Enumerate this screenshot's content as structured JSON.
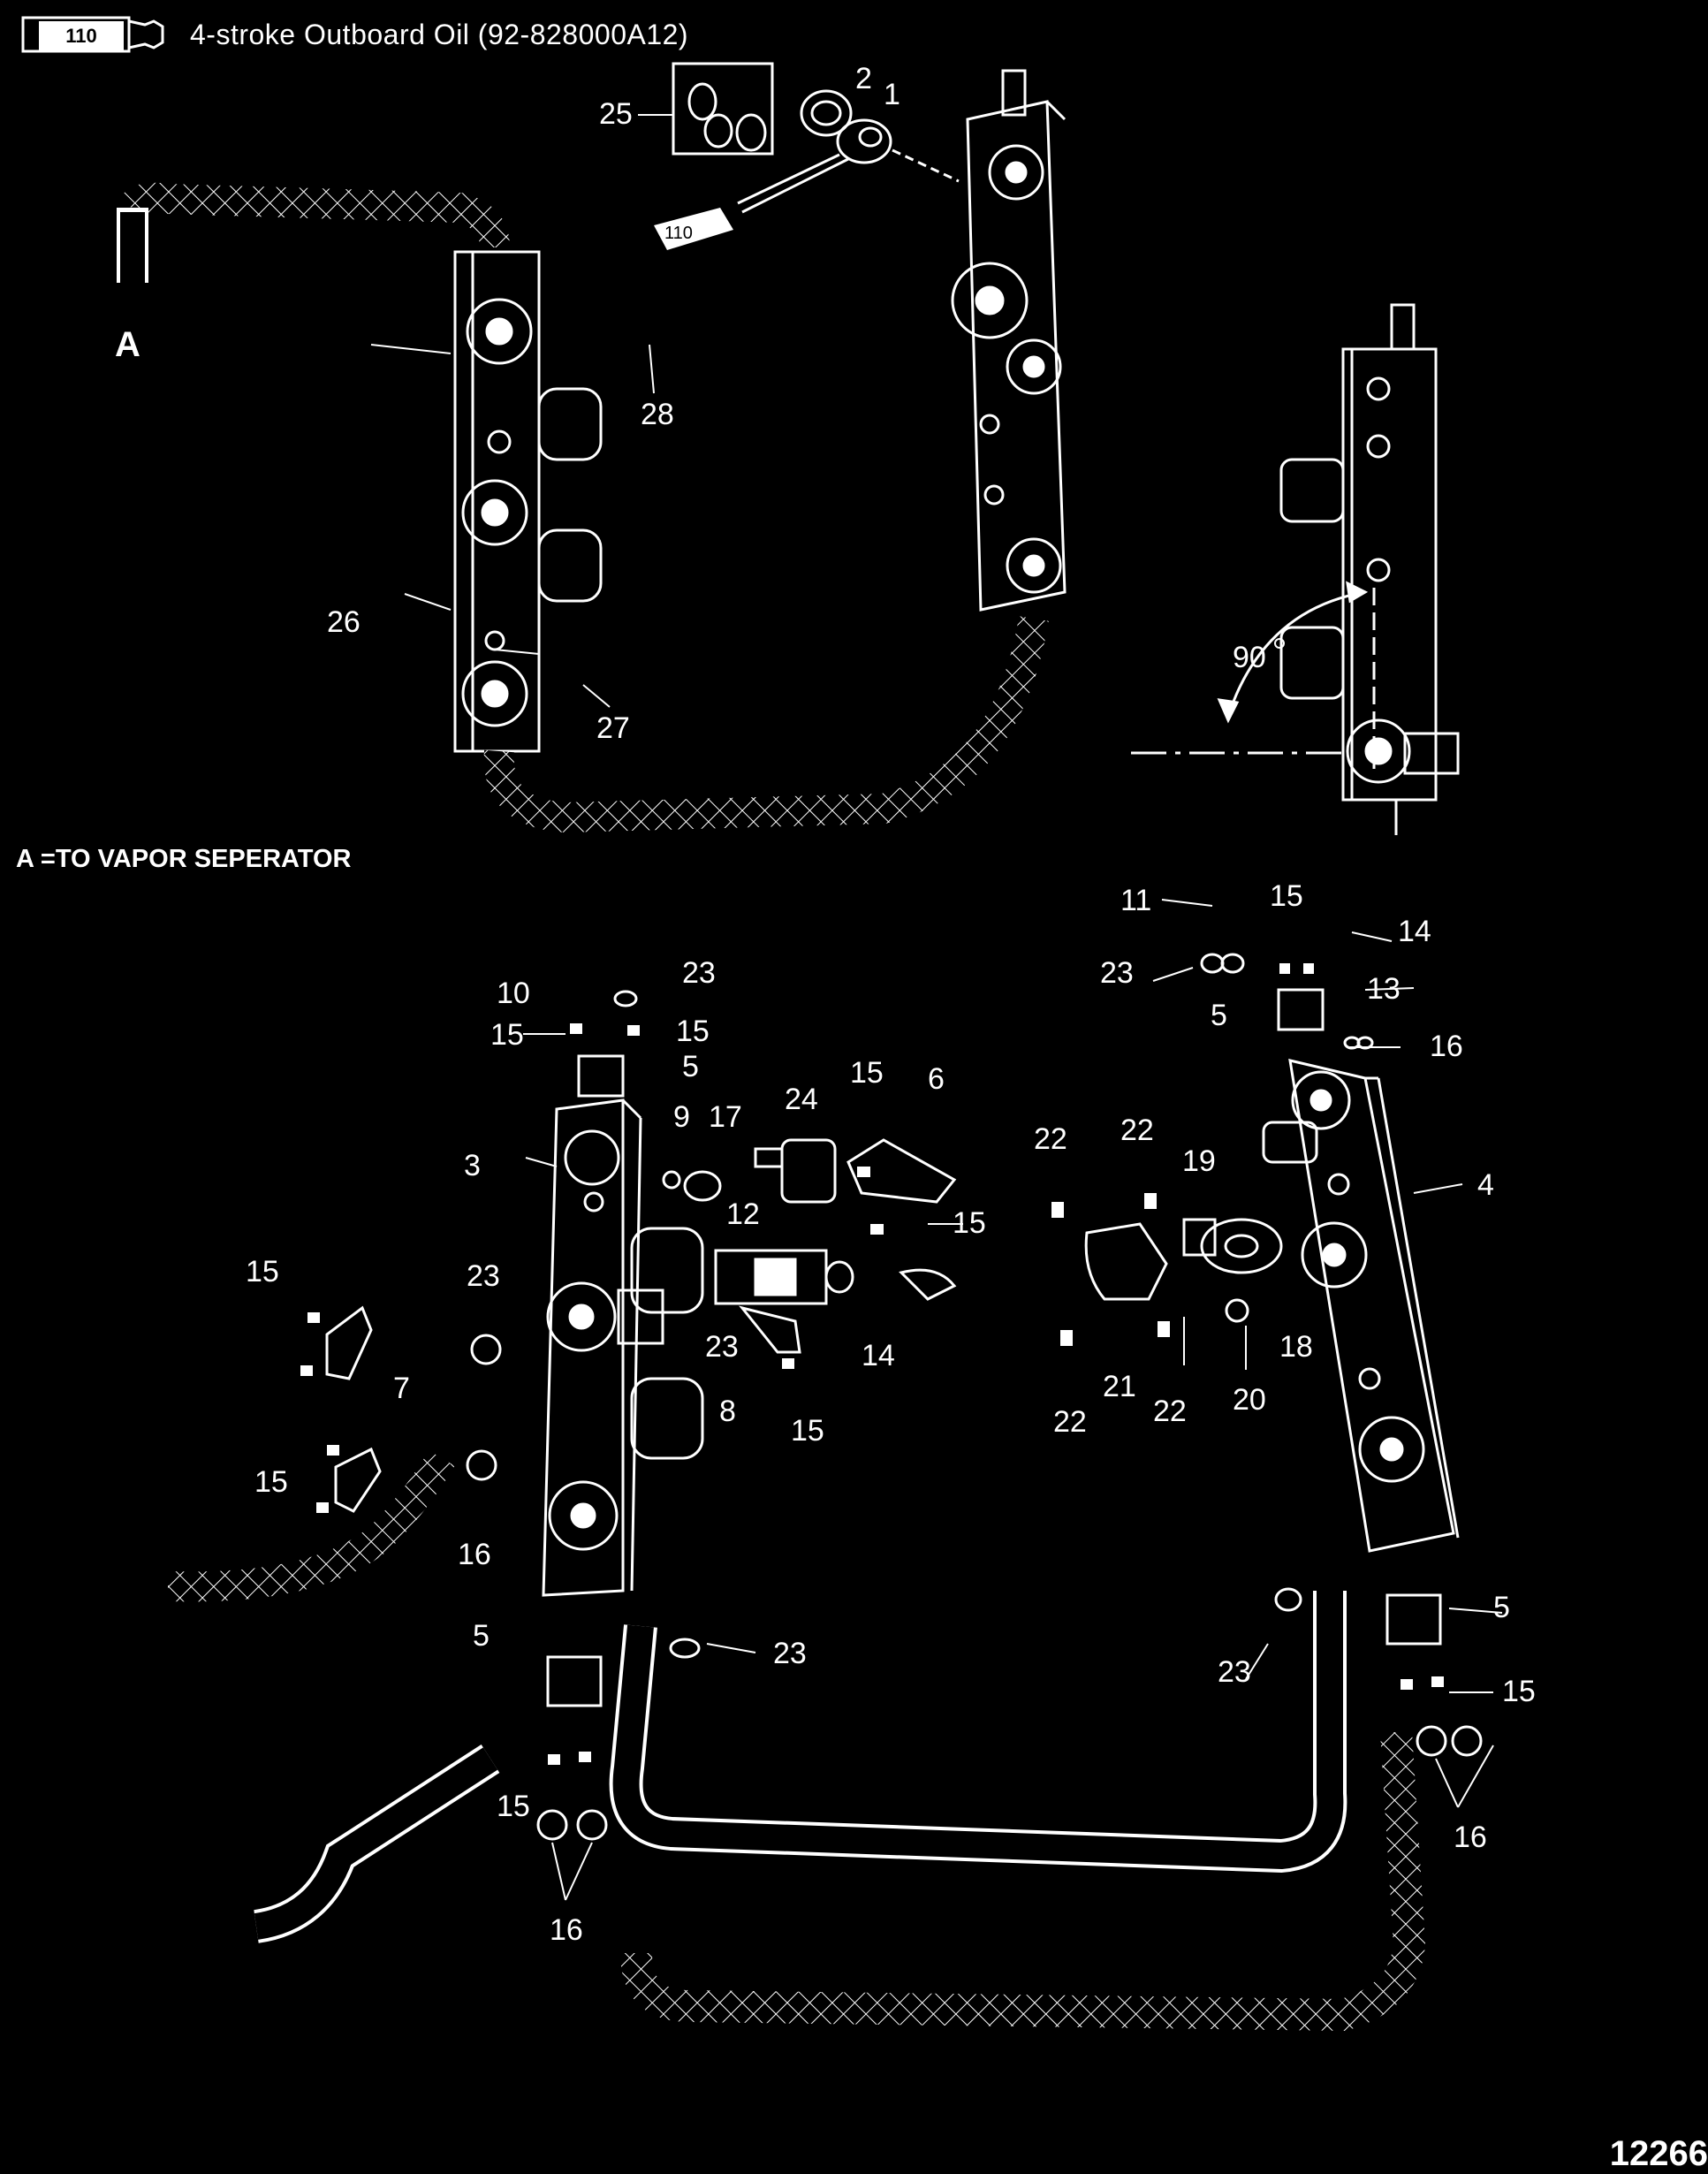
{
  "header": {
    "tube_number": "110",
    "lubricant": "4-stroke Outboard Oil (92-828000A12)"
  },
  "detail_letter": "A",
  "angle_label": "90",
  "note": "A =TO VAPOR SEPERATOR",
  "figure_number": "12266",
  "callouts": [
    "25",
    "2",
    "1",
    "28",
    "26",
    "27",
    "11",
    "15",
    "14",
    "23",
    "13",
    "5",
    "16",
    "10",
    "15",
    "23",
    "15",
    "5",
    "9",
    "17",
    "24",
    "15",
    "6",
    "3",
    "12",
    "15",
    "22",
    "22",
    "19",
    "4",
    "15",
    "23",
    "18",
    "23",
    "14",
    "7",
    "8",
    "15",
    "21",
    "20",
    "22",
    "22",
    "15",
    "16",
    "5",
    "23",
    "23",
    "5",
    "15",
    "15",
    "16",
    "16"
  ],
  "tube_callout": "110"
}
